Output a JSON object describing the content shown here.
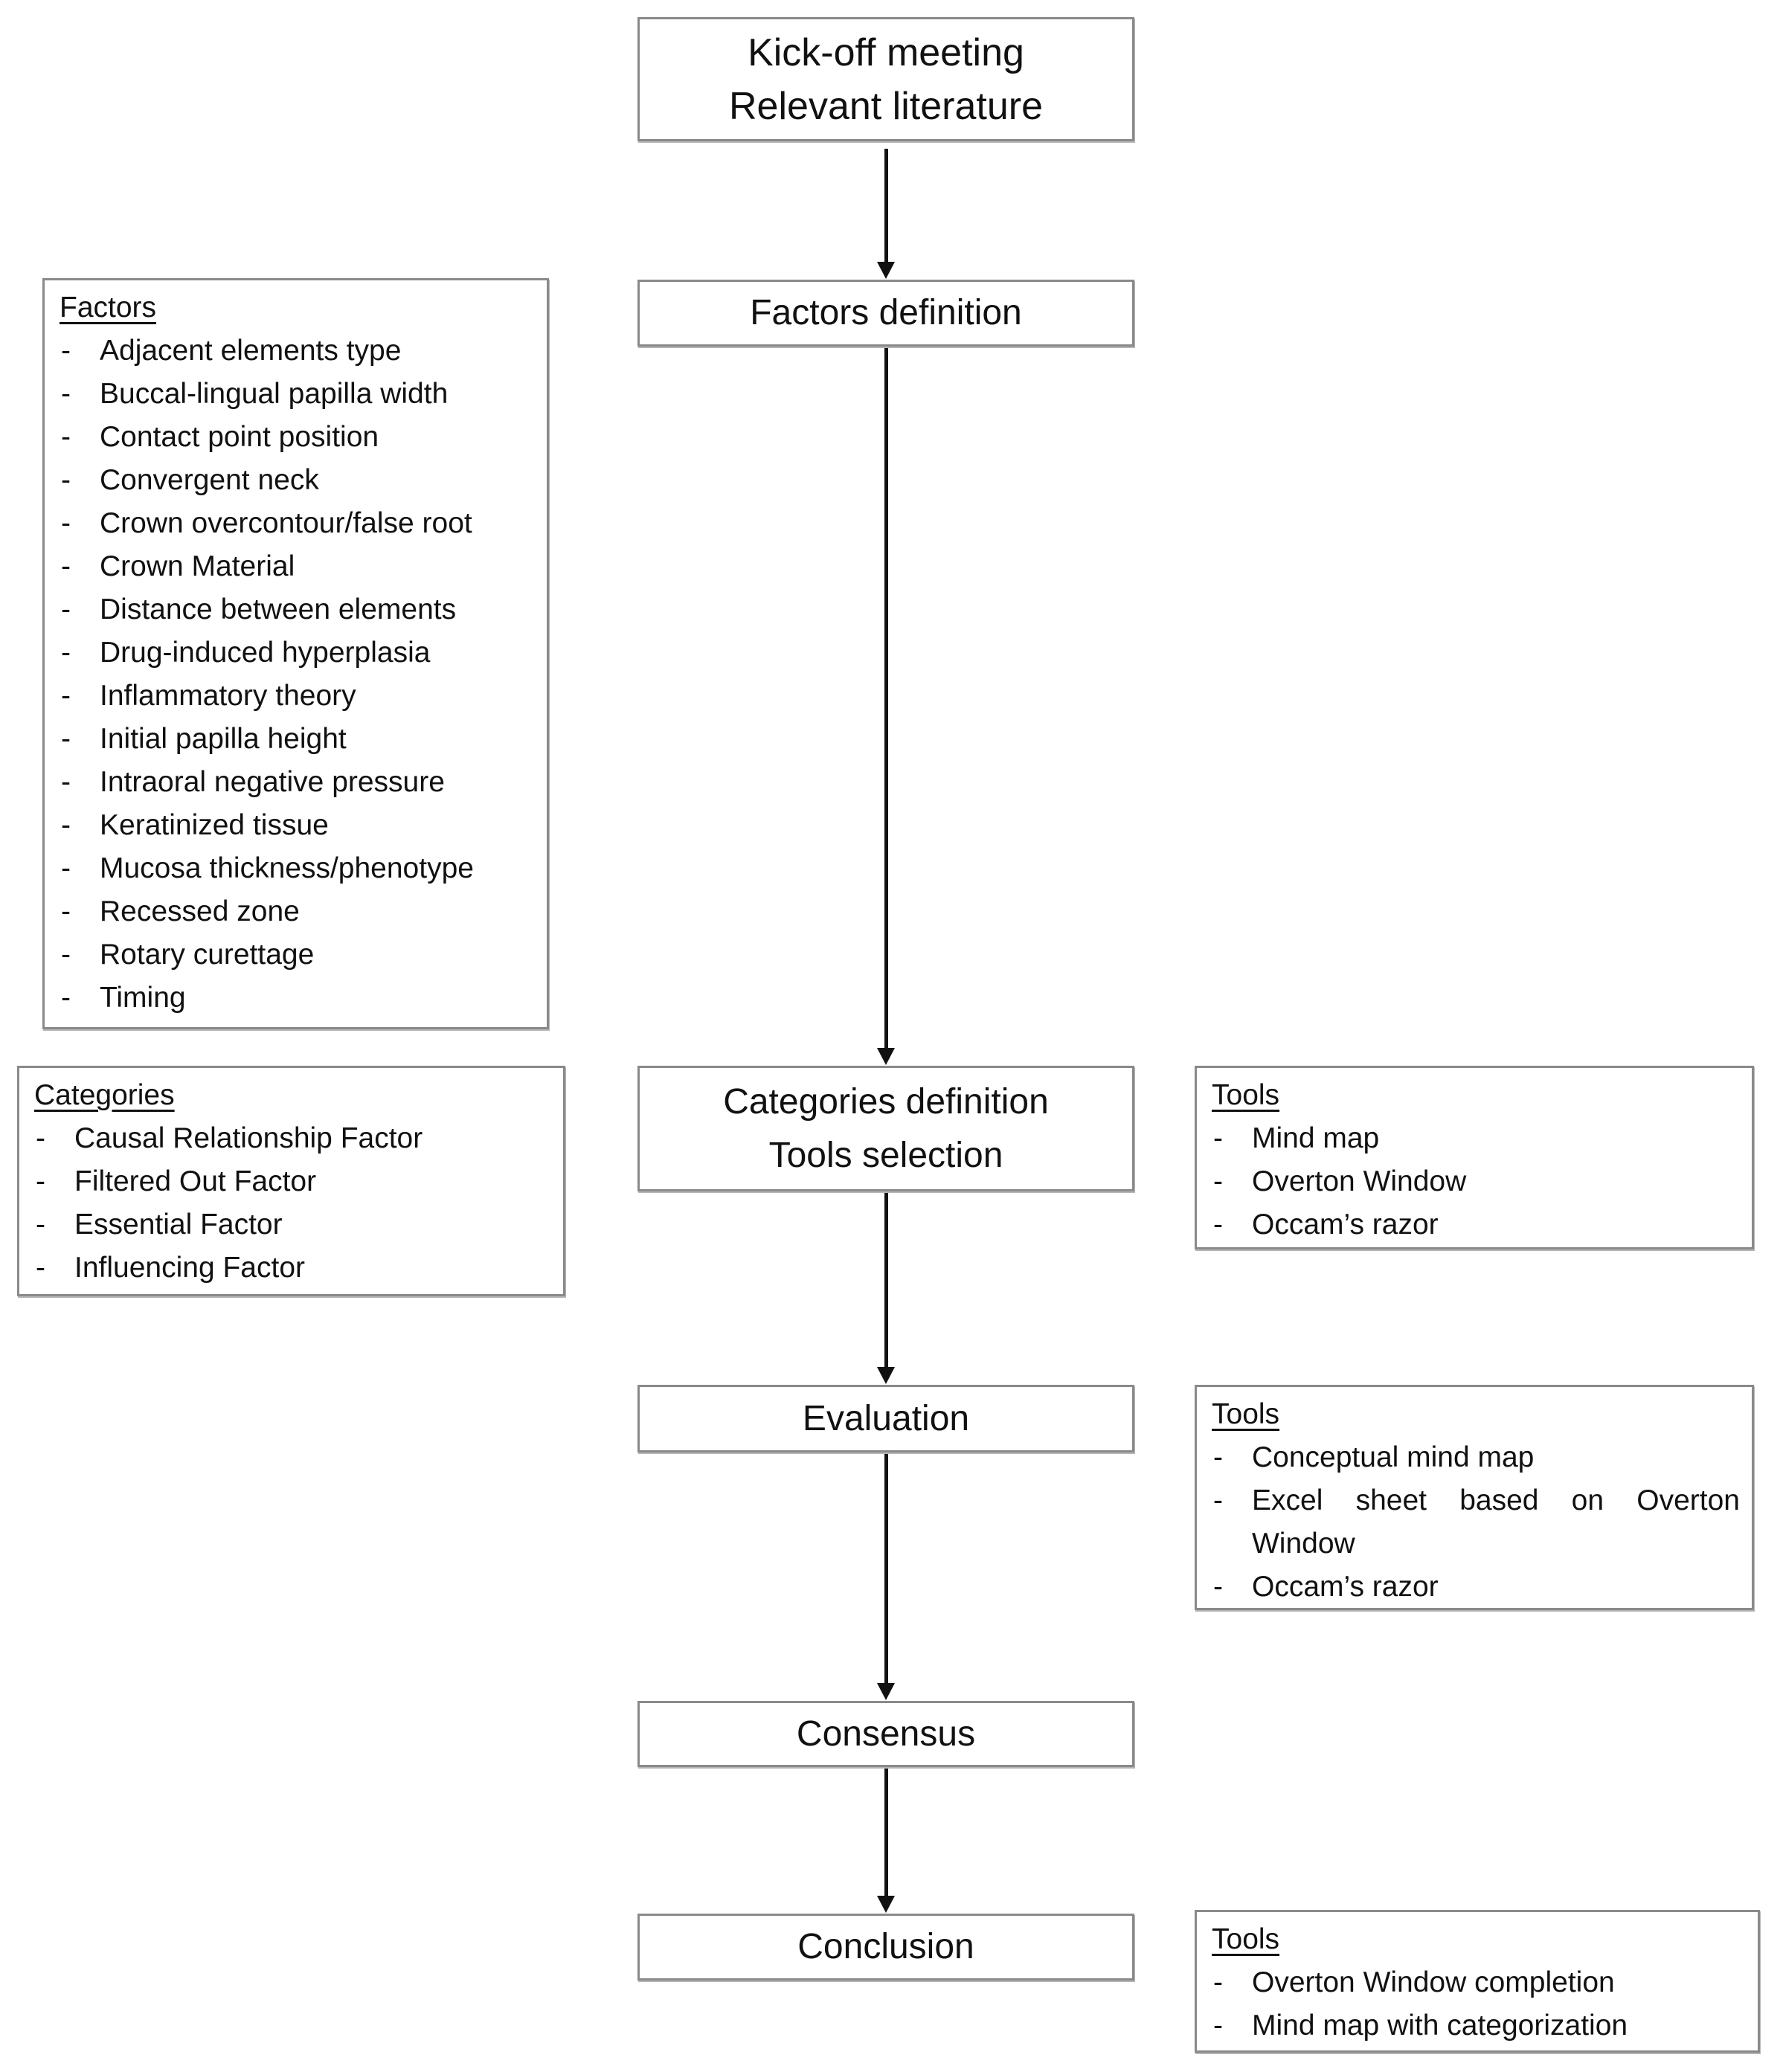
{
  "flow_nodes": {
    "kickoff": {
      "line1": "Kick-off meeting",
      "line2": "Relevant literature"
    },
    "factors_definition": {
      "label": "Factors definition"
    },
    "categories_tools": {
      "line1": "Categories definition",
      "line2": "Tools selection"
    },
    "evaluation": {
      "label": "Evaluation"
    },
    "consensus": {
      "label": "Consensus"
    },
    "conclusion": {
      "label": "Conclusion"
    }
  },
  "panels": {
    "factors": {
      "title": "Factors",
      "items": [
        "Adjacent elements type",
        "Buccal-lingual papilla width",
        "Contact point position",
        "Convergent neck",
        "Crown overcontour/false root",
        "Crown Material",
        "Distance between elements",
        "Drug-induced hyperplasia",
        "Inflammatory theory",
        "Initial papilla height",
        "Intraoral negative pressure",
        "Keratinized tissue",
        "Mucosa thickness/phenotype",
        "Recessed zone",
        "Rotary curettage",
        "Timing"
      ]
    },
    "categories": {
      "title": "Categories",
      "items": [
        "Causal Relationship Factor",
        "Filtered Out Factor",
        "Essential Factor",
        "Influencing Factor"
      ]
    },
    "tools_selection": {
      "title": "Tools",
      "items": [
        "Mind map",
        "Overton Window",
        "Occam’s razor"
      ]
    },
    "tools_evaluation": {
      "title": "Tools",
      "items": [
        "Conceptual mind map",
        "Excel sheet based on Overton Window",
        "Occam’s razor"
      ]
    },
    "tools_conclusion": {
      "title": "Tools",
      "items": [
        "Overton Window completion",
        "Mind map with categorization"
      ]
    }
  },
  "colors": {
    "box_border": "#8a8a8a",
    "text": "#111111",
    "arrow": "#111111",
    "background": "#ffffff"
  }
}
